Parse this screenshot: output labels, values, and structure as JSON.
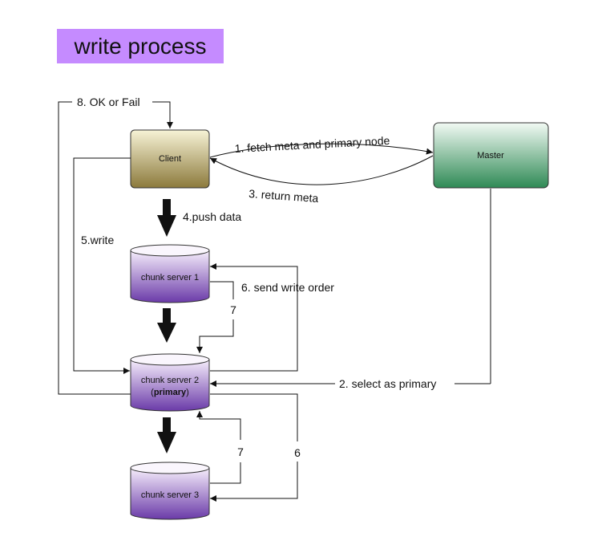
{
  "title": "write process",
  "nodes": {
    "client": "Client",
    "master": "Master",
    "cs1": "chunk server 1",
    "cs2": "chunk server 2",
    "cs2_sub_pre": "(",
    "cs2_sub_bold": "primary",
    "cs2_sub_post": ")",
    "cs3": "chunk server 3"
  },
  "edges": {
    "e1": "1. fetch meta and primary node",
    "e2": "2. select as primary",
    "e3": "3. return meta",
    "e4": "4.push data",
    "e5": "5.write",
    "e6": "6. send write order",
    "e6b": "6",
    "e7a": "7",
    "e7b": "7",
    "e8": "8. OK or Fail"
  },
  "colors": {
    "title_bg": "#c58bff",
    "client_top": "#f7f3d6",
    "client_bottom": "#8c7a3c",
    "master_top": "#f2faf4",
    "master_bottom": "#2f8a55",
    "cylinder_top": "#f6eefc",
    "cylinder_bottom": "#6a3aa8"
  }
}
